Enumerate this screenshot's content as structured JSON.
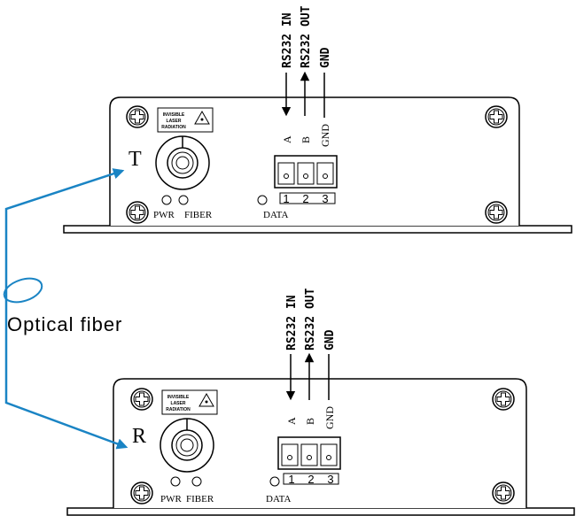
{
  "fiber_label": "Optical fiber",
  "devices": [
    {
      "id": "transmitter",
      "port_letter": "T",
      "led_pwr_label": "PWR",
      "led_fiber_label": "FIBER",
      "led_data_label": "DATA",
      "laser_warning": [
        "INVISIBLE",
        "LASER",
        "RADIATION"
      ],
      "signals": [
        "RS232 IN",
        "RS232 OUT",
        "GND"
      ],
      "pin_letters": [
        "A",
        "B",
        "GND"
      ],
      "pin_numbers": [
        "1",
        "2",
        "3"
      ]
    },
    {
      "id": "receiver",
      "port_letter": "R",
      "led_pwr_label": "PWR",
      "led_fiber_label": "FIBER",
      "led_data_label": "DATA",
      "laser_warning": [
        "INVISIBLE",
        "LASER",
        "RADIATION"
      ],
      "signals": [
        "RS232 IN",
        "RS232 OUT",
        "GND"
      ],
      "pin_letters": [
        "A",
        "B",
        "GND"
      ],
      "pin_numbers": [
        "1",
        "2",
        "3"
      ]
    }
  ],
  "colors": {
    "fiber": "#1a84c4",
    "outline": "#000000"
  }
}
